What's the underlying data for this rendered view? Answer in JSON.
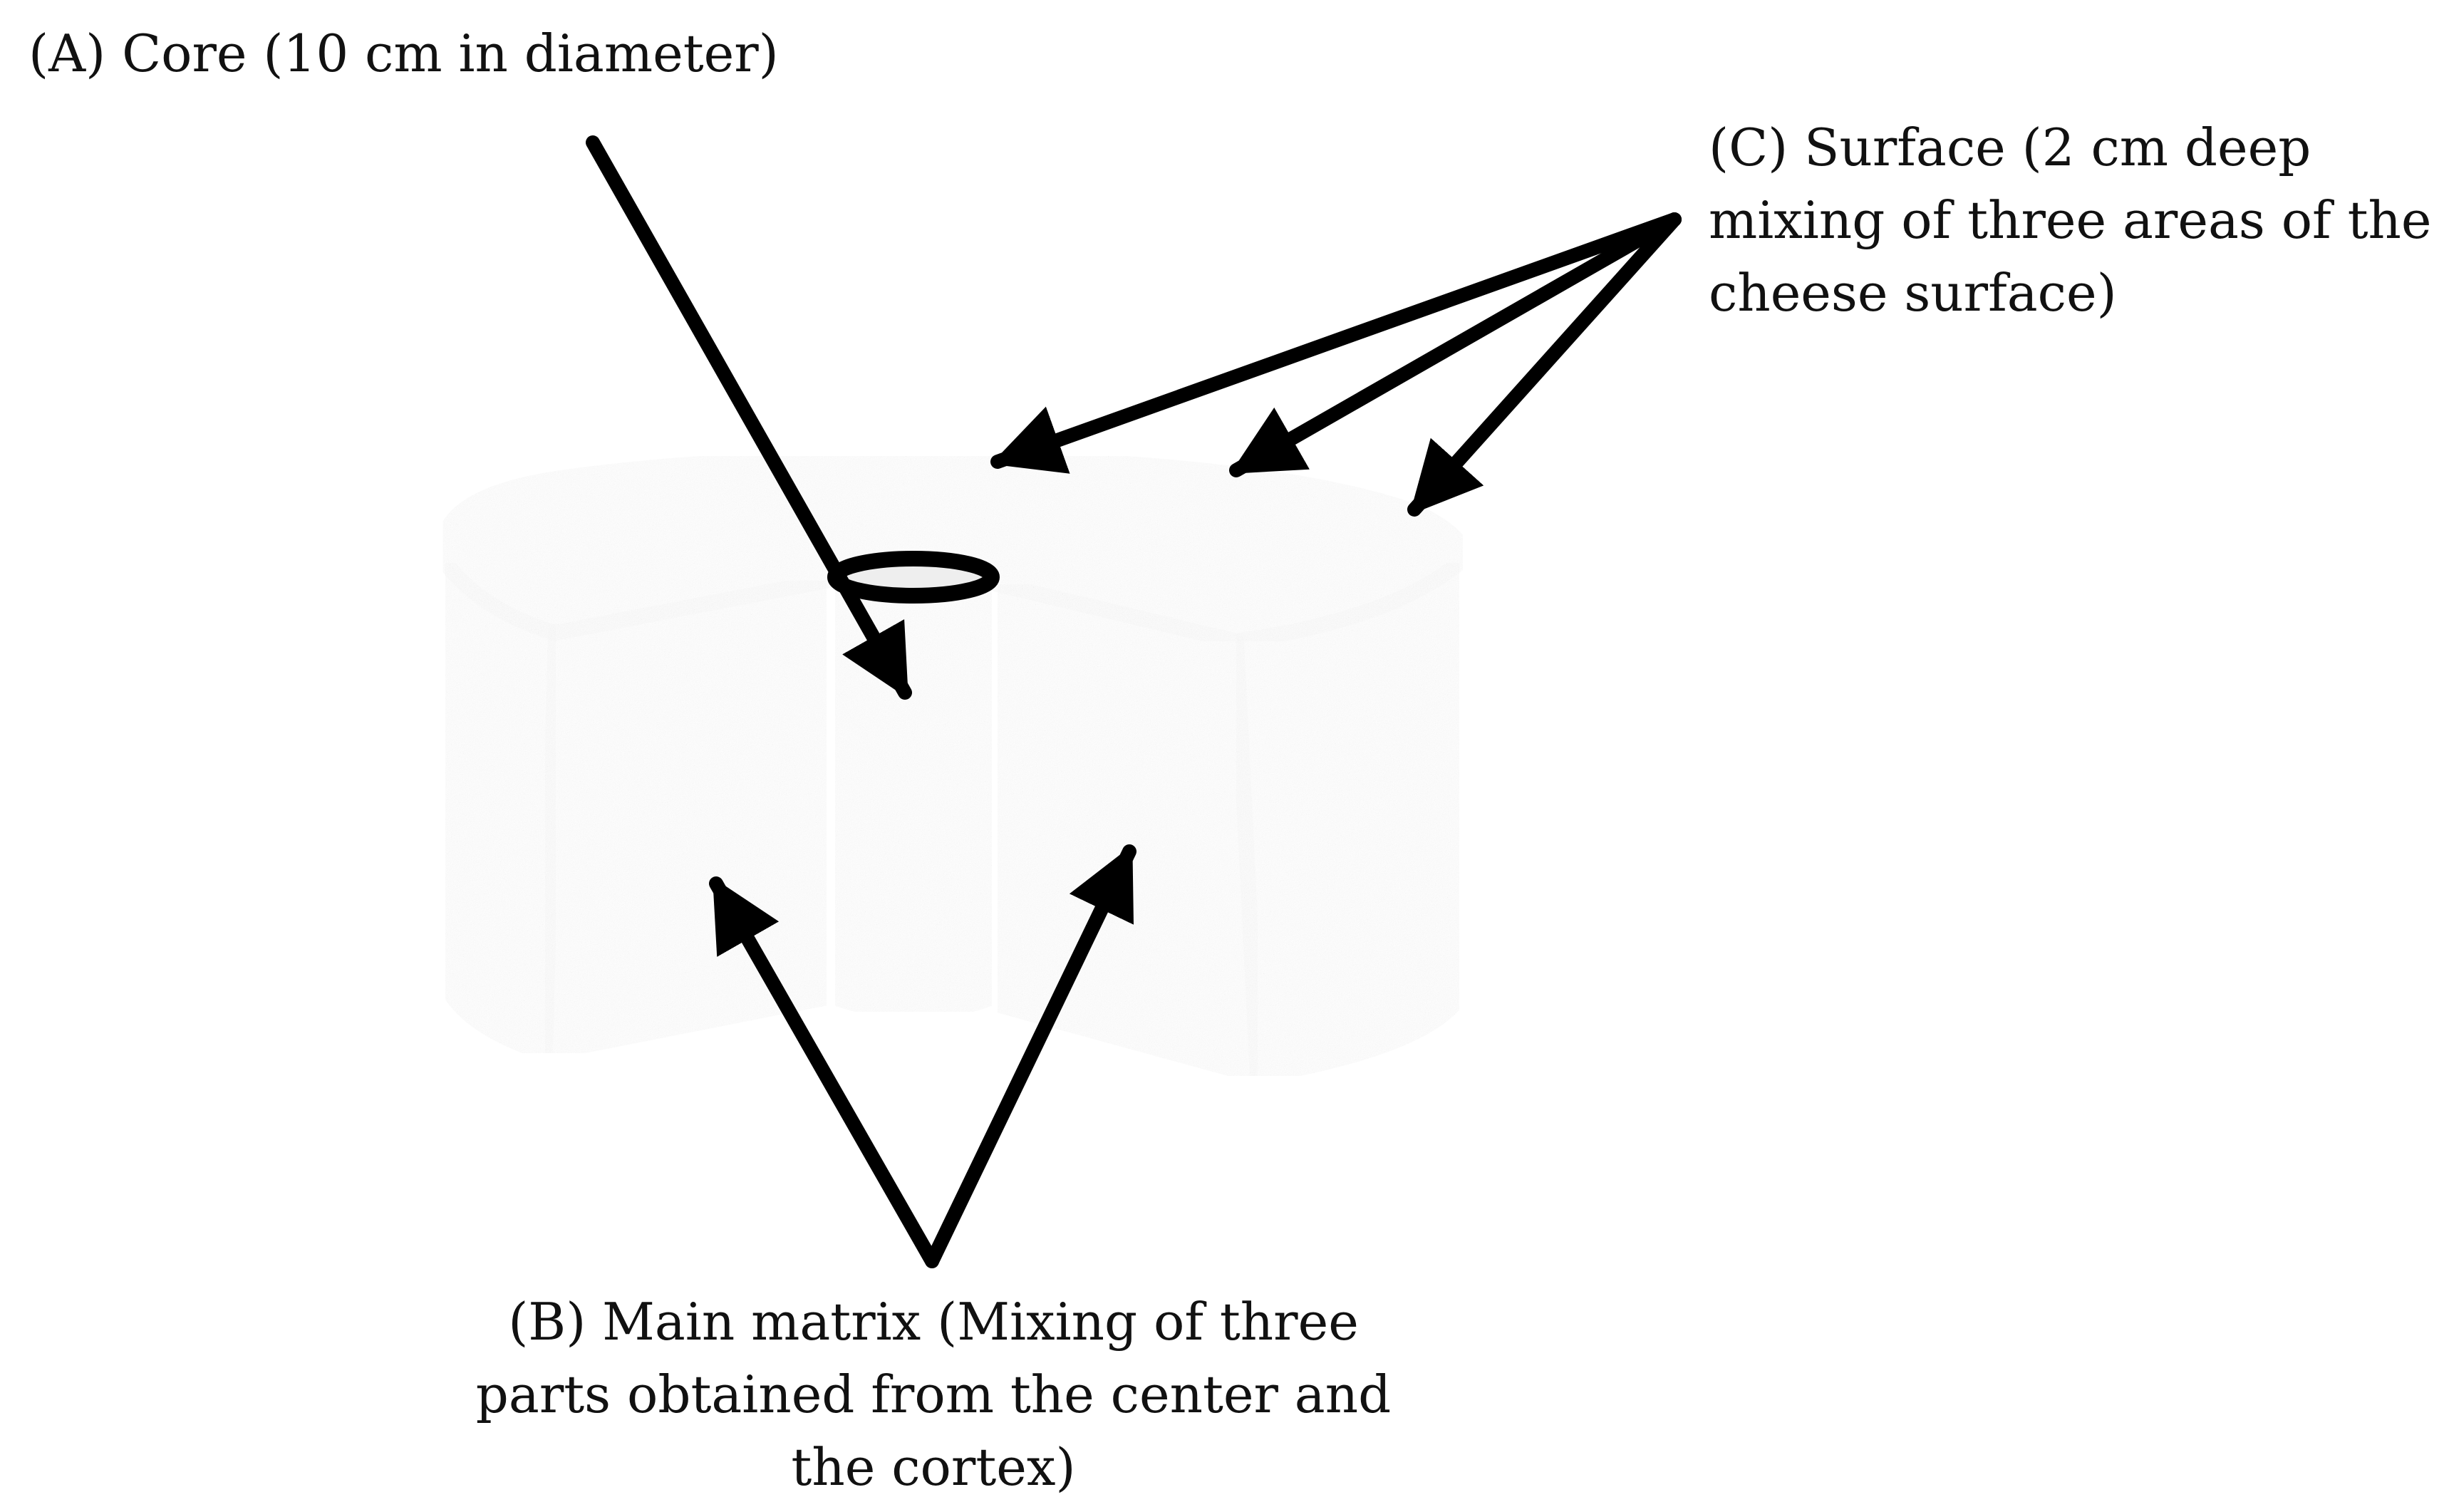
{
  "labels": {
    "core": "(A) Core (10 cm in diameter)",
    "surface_lines": [
      "(C) Surface (2 cm deep",
      "mixing of three areas of the",
      "cheese surface)"
    ],
    "matrix_lines": [
      "(B) Main matrix (Mixing of three",
      "parts obtained from the center and",
      "the cortex)"
    ]
  },
  "colors": {
    "outline": "#000000",
    "cheese_fill": "#e6e6e6",
    "speckle": "#bdbdbd",
    "text": "#111111"
  }
}
